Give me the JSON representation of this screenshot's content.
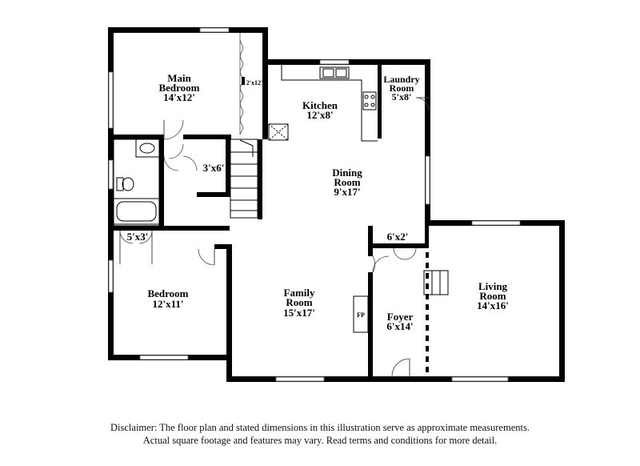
{
  "rooms": {
    "main_bedroom": {
      "name_line1": "Main",
      "name_line2": "Bedroom",
      "dims": "14'x12'"
    },
    "closet_main": {
      "dims": "2'x12'"
    },
    "kitchen": {
      "name": "Kitchen",
      "dims": "12'x8'"
    },
    "laundry": {
      "name_line1": "Laundry",
      "name_line2": "Room",
      "dims": "5'x8'"
    },
    "closet_hall": {
      "dims": "3'x6'"
    },
    "dining": {
      "name_line1": "Dining",
      "name_line2": "Room",
      "dims": "9'x17'"
    },
    "closet_bed": {
      "dims": "5'x3'"
    },
    "closet_foyer": {
      "dims": "6'x2'"
    },
    "bedroom": {
      "name": "Bedroom",
      "dims": "12'x11'"
    },
    "family": {
      "name_line1": "Family",
      "name_line2": "Room",
      "dims": "15'x17'"
    },
    "fireplace": {
      "label": "FP"
    },
    "foyer": {
      "name": "Foyer",
      "dims": "6'x14'"
    },
    "living": {
      "name_line1": "Living",
      "name_line2": "Room",
      "dims": "14'x16'"
    }
  },
  "disclaimer": {
    "line1": "Disclaimer: The floor plan and stated dimensions in this illustration serve as approximate measurements.",
    "line2": "Actual square footage and features may vary. Read terms and conditions for more detail."
  }
}
